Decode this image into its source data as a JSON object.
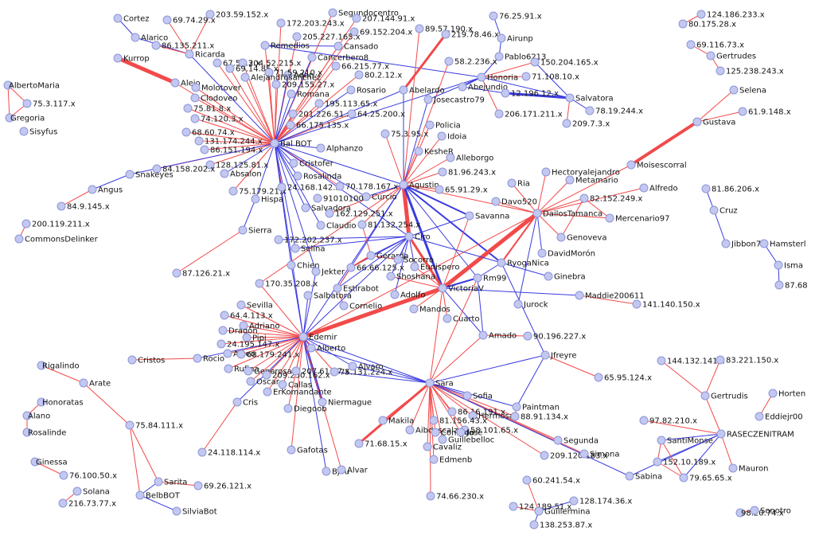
{
  "colors": {
    "red_edge": "#f24a4a",
    "blue_edge": "#3b3be0",
    "node_fill": "#c3c8f0",
    "node_stroke": "#8d95d8",
    "background": "#ffffff"
  },
  "nodes": {
    "cortez": "Cortez",
    "alarico": "Alarico",
    "h69_74_29": "69.74.29.x",
    "h203_59_152": "203.59.152.x",
    "h86_135_211": "86.135.211.x",
    "ricarda": "Ricarda",
    "kurrop": "Kurrop",
    "alejo": "Alejo",
    "molotover": "Molotover",
    "clodoveo": "Clodoveo",
    "albertomaria": "AlbertoMaria",
    "h75_3_117": "75.3.117.x",
    "gregoria": "Gregoria",
    "sisyfus": "Sisyfus",
    "h75_81_8": "75.81.8.x",
    "h74_120_3": "74.120.3.x",
    "h68_60_74": "68.60.74.x",
    "h131_174_244": "131.174.244.x",
    "h86_151_194": "86.151.194.x",
    "h128_125_81": "128.125.81.x",
    "absalon": "Absalon",
    "h84_158_202": "84.158.202.x",
    "snakeyes": "Snakeyes",
    "angus": "Angus",
    "h84_9_145": "84.9.145.x",
    "h200_119_211": "200.119.211.x",
    "commonsdelinker": "CommonsDelinker",
    "h75_179_21": "75.179.21.x",
    "hispa": "Hispa",
    "sierra": "Sierra",
    "h87_126_21": "87.126.21.x",
    "segundocentro": "Segundocentro",
    "h207_144_91": "207.144.91.x",
    "h172_203_243": "172.203.243.x",
    "h69_152_204": "69.152.204.x",
    "h205_227_165": "205.227.165.x",
    "remedios": "Remedios",
    "cansado": "Cansado",
    "h67_55_3": "67.55.3.x",
    "h204_52_215": "204.52.215.x",
    "adan": "Adan",
    "h69_14_85": "69.14.85.x",
    "h71_59_210": "71.59.210.x",
    "alejandrosanchez": "Alejandrosanchez",
    "cancerbero8": "Cancerbero8",
    "h66_215_77": "66.215.77.x",
    "h80_2_12": "80.2.12.x",
    "h209_155_27": "209.155.27.x",
    "romana": "Romana",
    "rosario": "Rosario",
    "h195_113_65": "195.113.65.x",
    "h201_226_51": "201.226.51.x",
    "h64_25_200": "64.25.200.x",
    "h66_175_135": "66.175.135.x",
    "balbot": "Bal BOT",
    "alphanzo": "Alphanzo",
    "cristofer": "Cristofer",
    "rosalinda": "Rosalinda",
    "h24_168_142": "24.168.142.x",
    "h70_178_167": "70.178.167.x",
    "curcio": "Curcio",
    "h91010100": "91010100",
    "salvadora": "Salvadora",
    "h162_129_251": "162.129.251.x",
    "claudio": "Claudio",
    "h81_132_254": "81.132.254.x",
    "ciro": "Ciro",
    "h172_202_237": "172.202.237.x",
    "selina": "Selina",
    "gerarda": "Gerarda",
    "socorro": "Socorro",
    "eunispero": "Eunispero",
    "h66_66_125": "66.66.125.x",
    "chien": "Chien",
    "jekter": "Jekter",
    "shoshana": "Shoshana",
    "estirabot": "Estirabot",
    "adolfo": "Adolfo",
    "salbatora": "Salbatora",
    "cornelio": "Cornelio",
    "h170_35_208": "170.35.208.x",
    "mandos": "Mandos",
    "cuarto": "Cuarto",
    "h89_57_190": "89.57.190.x",
    "h219_78_46": "219.78.46.x",
    "abelardo": "Abelardo",
    "josecastro79": "Josecastro79",
    "h58_2_236": "58.2.236.x",
    "policia": "Policia",
    "idoia": "Idoia",
    "h75_3_95": "75.3.95.x",
    "kesher": "KesheR",
    "alleborgo": "Alleborgo",
    "h81_96_243": "81.96.243.x",
    "agustin": "Agustin",
    "h65_91_29": "65.91.29.x",
    "savanna": "Savanna",
    "h76_25_91": "76.25.91.x",
    "airunp": "Airunp",
    "pablo6213": "Pablo6213",
    "h150_204_165": "150.204.165.x",
    "honoria": "Honoria",
    "abejundio": "Abejundio",
    "h71_108_10": "71.108.10.x",
    "h12_196_12": "12.196.12.x",
    "salvatora": "Salvatora",
    "h78_19_244": "78.19.244.x",
    "h206_171_211": "206.171.211.x",
    "h209_7_3": "209.7.3.x",
    "hectoryalejandro": "Hectoryalejandro",
    "metamario": "Metamario",
    "ria": "Ria",
    "davo520": "Davo520",
    "dailostamanca": "DailosTamanca",
    "h82_152_249": "82.152.249.x",
    "alfredo": "Alfredo",
    "mercenario97": "Mercenario97",
    "genoveva": "Genoveva",
    "davidmoron": "DavidMorón",
    "ryoganica": "RyogaNica",
    "ginebra": "Ginebra",
    "rm99": "Rm99",
    "victoriav": "VictoriaV",
    "jurock": "Jurock",
    "maddie200611": "Maddie200611",
    "h141_140_150": "141.140.150.x",
    "amado": "Amado",
    "h90_196_227": "90.196.227.x",
    "jfreyre": "Jfreyre",
    "h65_95_124": "65.95.124.x",
    "h124_186_233": "124.186.233.x",
    "h80_175_28": "80.175.28.x",
    "h69_116_73": "69.116.73.x",
    "gertrudes": "Gertrudes",
    "h125_238_243": "125.238.243.x",
    "selena": "Selena",
    "gustava": "Gustava",
    "h61_9_148": "61.9.148.x",
    "moisescorral": "Moisescorral",
    "h81_86_206": "81.86.206.x",
    "cruz": "Cruz",
    "jibbon7": "Jibbon7",
    "hamsterl": "Hamsterl",
    "isma": "Isma",
    "h87_68": "87.68",
    "sevilla": "Sevilla",
    "h64_4_113": "64.4.113.x",
    "adriano": "Adriano",
    "dragon": "Dragón",
    "pipi": "Pipi",
    "h24_195_147": "24.195.147.x",
    "alveo": "Alveo",
    "h68_179_241": "68.179.241.x",
    "edemir": "Edemir",
    "alberto": "Alberto",
    "cristos": "Cristos",
    "rocio": "Rocio",
    "rufina": "Rufina",
    "generosa": "Generosa",
    "h209_250_162": "209.250.162.x",
    "oscar": "Oscar",
    "callas": "Callas",
    "erkomandante": "ErKomandante",
    "h207_61_57": "207.61.57.x",
    "h75_131_224": "75.131.224.x",
    "alvaro": "Alvaro",
    "cris": "Cris",
    "diegoob": "Diegoob",
    "niermague": "Niermague",
    "gafotas": "Gafotas",
    "h24_118_114": "24.118.114.x",
    "bjou": "Bjou",
    "alvar": "Alvar",
    "rigalindo": "Rigalindo",
    "arate": "Arate",
    "honoratas": "Honoratas",
    "alano": "Alano",
    "rosalinde": "Rosalinde",
    "h75_84_111": "75.84.111.x",
    "ginessa": "Ginessa",
    "h76_100_50": "76.100.50.x",
    "solana": "Solana",
    "h216_73_77": "216.73.77.x",
    "sarita": "Sarita",
    "belbbot": "BelbBOT",
    "h69_26_121": "69.26.121.x",
    "silviabot": "SilviaBot",
    "sara": "Sara",
    "sofia": "Sofia",
    "paintman": "Paintman",
    "h86_16_191": "86.16.191.x",
    "hermosa": "Hermosa",
    "h88_91_134": "88.91.134.x",
    "makila": "Makila",
    "aibdescalzo": "Aibdescalzo",
    "h81_156_43": "81.156.43.x",
    "h58_101_65": "58.101.65.x",
    "conrado": "Conrado",
    "jose": "José",
    "guillebelloc": "Guillebelloc",
    "cavaliz": "Cavaliz",
    "edmenb": "Edmenb",
    "h71_68_15": "71.68.15.x",
    "segunda": "Segunda",
    "h209_120_183": "209.120.183.x",
    "simona": "Simona",
    "h74_66_230": "74.66.230.x",
    "sabina": "Sabina",
    "h144_132_141": "144.132.141.x",
    "h83_221_150": "83.221.150.x",
    "gertrudis": "Gertrudis",
    "horten": "Horten",
    "eddiejr00": "Eddiejr00",
    "h97_82_210": "97.82.210.x",
    "rasecz": "RASECZENITRAM",
    "santimonse": "SantiMonse",
    "h152_10_189": "152.10.189.x",
    "h79_65_65": "79.65.65.x",
    "mauron": "Mauron",
    "h60_241_54": "60.241.54.x",
    "h128_174_36": "128.174.36.x",
    "h124_189_51": "124.189.51.x",
    "guillermina": "Guillermina",
    "h138_253_87": "138.253.87.x",
    "h98_20_74": "98.20.74.x",
    "sonotro": "Sonotro"
  }
}
